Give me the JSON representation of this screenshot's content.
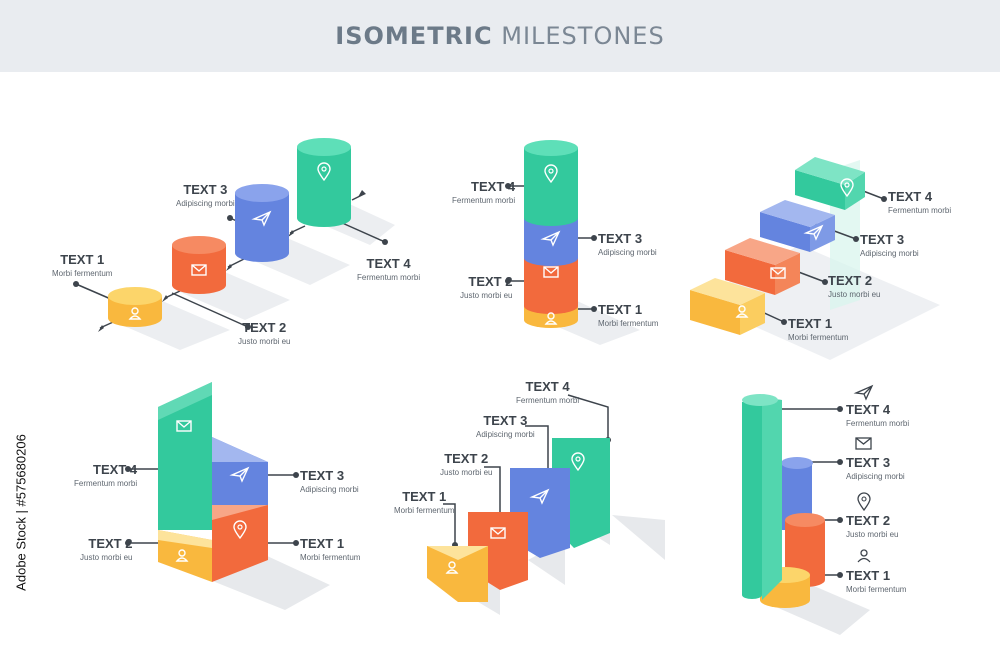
{
  "header": {
    "title_bold": "ISOMETRIC",
    "title_light": "MILESTONES"
  },
  "side_credit": "Adobe Stock | #575680206",
  "labels": {
    "t1": "TEXT 1",
    "t2": "TEXT 2",
    "t3": "TEXT 3",
    "t4": "TEXT 4",
    "s1": "Morbi fermentum",
    "s2": "Justo morbi eu",
    "s3": "Adipiscing morbi",
    "s4": "Fermentum morbi"
  },
  "colors": {
    "yellow": "#f9c74f",
    "orange": "#f3704a",
    "blue": "#6f8fe3",
    "green": "#3fd2a7",
    "line": "#3d444c",
    "shadow": "#e7e9ec"
  },
  "icons": [
    "user-icon",
    "mail-icon",
    "paper-plane-icon",
    "location-pin-icon"
  ]
}
